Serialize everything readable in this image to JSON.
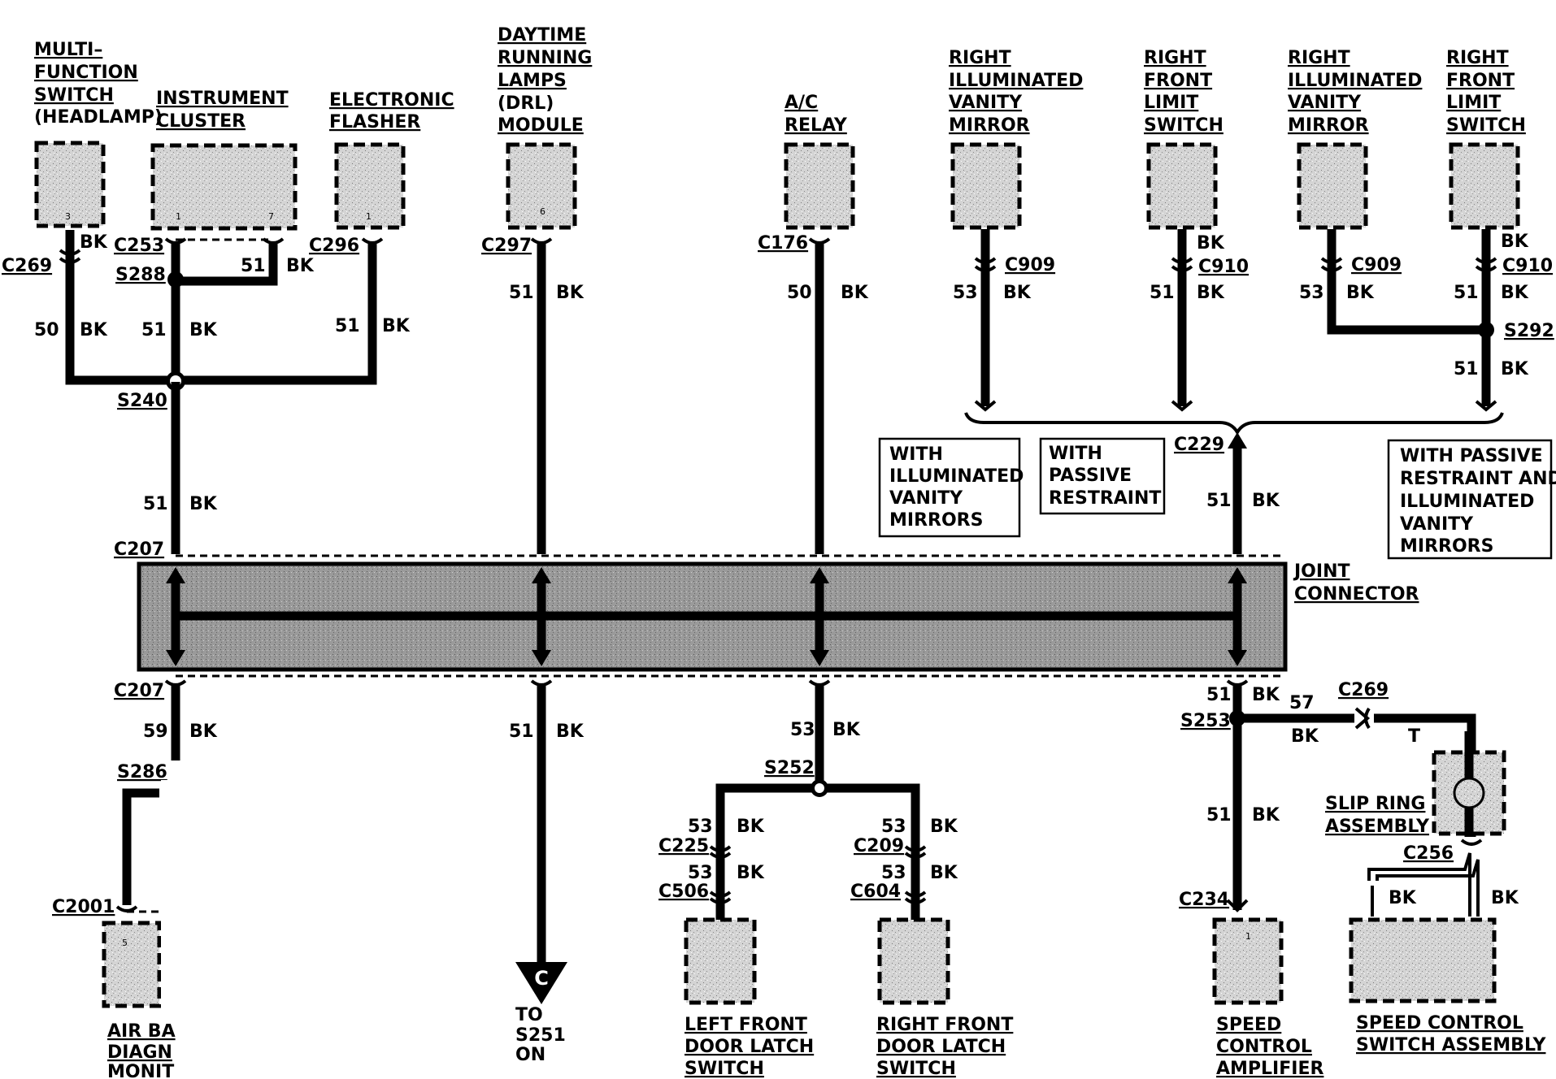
{
  "components": {
    "mfs": {
      "lines": [
        "MULTI–",
        "FUNCTION",
        "SWITCH"
      ],
      "extra": "(HEADLAMP)",
      "pins": [
        "3"
      ]
    },
    "ic": {
      "lines": [
        "INSTRUMENT",
        "CLUSTER"
      ],
      "pins": [
        "1",
        "7"
      ]
    },
    "ef": {
      "lines": [
        "ELECTRONIC",
        "FLASHER"
      ],
      "pins": [
        "1"
      ]
    },
    "drl": {
      "lines": [
        "DAYTIME",
        "RUNNING",
        "LAMPS"
      ],
      "extra_lines": [
        "(DRL)"
      ],
      "last": "MODULE",
      "pins": [
        "6"
      ]
    },
    "ac": {
      "lines": [
        "A/C",
        "RELAY"
      ]
    },
    "rivm1": {
      "lines": [
        "RIGHT",
        "ILLUMINATED",
        "VANITY",
        "MIRROR"
      ]
    },
    "rfls1": {
      "lines": [
        "RIGHT",
        "FRONT",
        "LIMIT",
        "SWITCH"
      ]
    },
    "rivm2": {
      "lines": [
        "RIGHT",
        "ILLUMINATED",
        "VANITY",
        "MIRROR"
      ]
    },
    "rfls2": {
      "lines": [
        "RIGHT",
        "FRONT",
        "LIMIT",
        "SWITCH"
      ]
    },
    "joint": {
      "lines": [
        "JOINT",
        "CONNECTOR"
      ]
    },
    "airbag": {
      "lines": [
        "AIR BA",
        "DIAGN",
        "MONIT"
      ],
      "pins": [
        "5"
      ]
    },
    "lfdl": {
      "lines": [
        "LEFT FRONT",
        "DOOR LATCH",
        "SWITCH"
      ]
    },
    "rfdl": {
      "lines": [
        "RIGHT FRONT",
        "DOOR LATCH",
        "SWITCH"
      ]
    },
    "sca": {
      "lines": [
        "SPEED",
        "CONTROL",
        "AMPLIFIER"
      ],
      "pins": [
        "1"
      ]
    },
    "scsa": {
      "lines": [
        "SPEED CONTROL",
        "SWITCH ASSEMBLY"
      ]
    },
    "slip": {
      "lines": [
        "SLIP RING",
        "ASSEMBLY"
      ]
    }
  },
  "connectors": {
    "c269a": "C269",
    "c253": "C253",
    "c296": "C296",
    "c297": "C297",
    "c176": "C176",
    "c909a": "C909",
    "c910a": "C910",
    "c909b": "C909",
    "c910b": "C910",
    "c229": "C229",
    "c207a": "C207",
    "c207b": "C207",
    "c2001": "C2001",
    "c225": "C225",
    "c506": "C506",
    "c209": "C209",
    "c604": "C604",
    "c234": "C234",
    "c269b": "C269",
    "c256": "C256"
  },
  "splices": {
    "s288": "S288",
    "s240": "S240",
    "s292": "S292",
    "s286": "S286",
    "s252": "S252",
    "s253": "S253"
  },
  "wires": {
    "w_mfs_c": "50",
    "w_mfs_k": "BK",
    "w_mfs_top_k": "BK",
    "w_ic_c": "51",
    "w_ic_k": "BK",
    "w_ic7_c": "51",
    "w_ic7_k": "BK",
    "w_ef_c": "51",
    "w_ef_k": "BK",
    "w_s240_c": "51",
    "w_s240_k": "BK",
    "w_drl_c": "51",
    "w_drl_k": "BK",
    "w_ac_c": "50",
    "w_ac_k": "BK",
    "w_rivm1_c": "53",
    "w_rivm1_k": "BK",
    "w_rfls1_c": "51",
    "w_rfls1_k": "BK",
    "w_rfls1_top_k": "BK",
    "w_rivm2_c": "53",
    "w_rivm2_k": "BK",
    "w_rfls2_c": "51",
    "w_rfls2_k": "BK",
    "w_rfls2_top_k": "BK",
    "w_s292_c": "51",
    "w_s292_k": "BK",
    "w_c229_c": "51",
    "w_c229_k": "BK",
    "w_ab_c": "59",
    "w_ab_k": "BK",
    "w_c_c": "51",
    "w_c_k": "BK",
    "w_s252_c": "53",
    "w_s252_k": "BK",
    "w_lf1_c": "53",
    "w_lf1_k": "BK",
    "w_lf2_c": "53",
    "w_lf2_k": "BK",
    "w_rf1_c": "53",
    "w_rf1_k": "BK",
    "w_rf2_c": "53",
    "w_rf2_k": "BK",
    "w_s253_c": "51",
    "w_s253_k": "BK",
    "w_sl_c": "57",
    "w_sl_k": "BK",
    "w_sl_t": "T",
    "w_sca_c": "51",
    "w_sca_k": "BK",
    "w_sc1_k": "BK",
    "w_sc2_k": "BK"
  },
  "notes": {
    "n1": [
      "WITH",
      "ILLUMINATED",
      "VANITY",
      "MIRRORS"
    ],
    "n2": [
      "WITH",
      "PASSIVE",
      "RESTRAINT"
    ],
    "n3": [
      "WITH PASSIVE",
      "RESTRAINT AND",
      "ILLUMINATED",
      "VANITY",
      "MIRRORS"
    ]
  },
  "ground_ref": {
    "letter": "C",
    "lines": [
      "TO",
      "S251",
      "ON"
    ]
  }
}
